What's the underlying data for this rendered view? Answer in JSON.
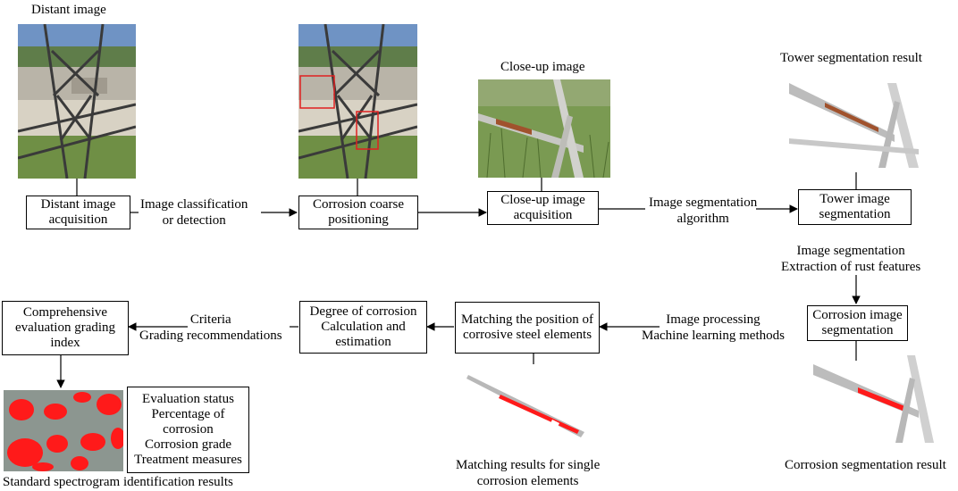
{
  "images": {
    "distant": {
      "title": "Distant image"
    },
    "closeup": {
      "title": "Close-up image"
    },
    "tower_seg": {
      "title": "Tower segmentation result"
    },
    "corrosion_seg": {
      "title": "Corrosion segmentation result"
    },
    "matching": {
      "caption": "Matching results for single\ncorrosion elements"
    },
    "spectrogram": {
      "caption": "Standard spectrogram identification results"
    }
  },
  "boxes": {
    "distant_acq": "Distant image\nacquisition",
    "coarse_pos": "Corrosion coarse\npositioning",
    "closeup_acq": "Close-up image\nacquisition",
    "tower_seg": "Tower image\nsegmentation",
    "corrosion_seg": "Corrosion image\nsegmentation",
    "matching_pos": "Matching the position of\ncorrosive steel elements",
    "degree": "Degree of corrosion\nCalculation and\nestimation",
    "grading_index": "Comprehensive\nevaluation grading\nindex",
    "evaluation": "Evaluation status\nPercentage of\ncorrosion\nCorrosion grade\nTreatment measures"
  },
  "edges": {
    "classification": "Image classification\nor detection",
    "seg_algorithm": "Image segmentation\nalgorithm",
    "seg_extraction": "Image segmentation\nExtraction of rust features",
    "processing": "Image processing\nMachine learning methods",
    "criteria": "Criteria\nGrading recommendations"
  },
  "colors": {
    "rust_mark": "#ff1a1a",
    "detect_box": "#e02020",
    "sky": "#6f93c4",
    "grass": "#6f8f45",
    "steel": "#c9c9c9"
  }
}
